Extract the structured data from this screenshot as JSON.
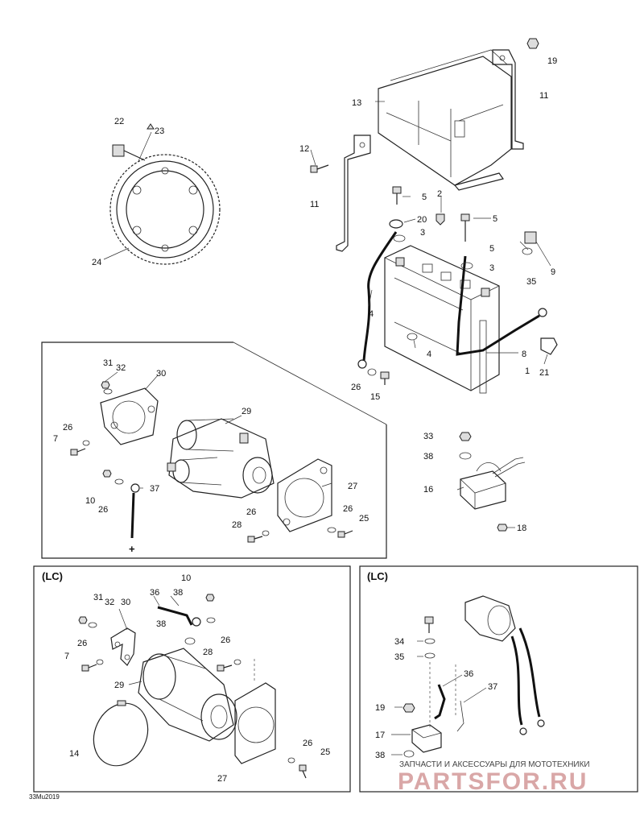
{
  "labels": {
    "l19a": "19",
    "l11a": "11",
    "l13": "13",
    "l22": "22",
    "l23": "23",
    "l12": "12",
    "l11b": "11",
    "l5a": "5",
    "l2": "2",
    "l20": "20",
    "l3a": "3",
    "l5b": "5",
    "l5c": "5",
    "l3b": "3",
    "l9": "9",
    "l35a": "35",
    "l24": "24",
    "l4a": "4",
    "l4b": "4",
    "l8": "8",
    "l1": "1",
    "l21": "21",
    "l26a": "26",
    "l15": "15",
    "l31a": "31",
    "l32a": "32",
    "l30a": "30",
    "l29a": "29",
    "l26b": "26",
    "l7a": "7",
    "l33": "33",
    "l38a": "38",
    "l16": "16",
    "l10a": "10",
    "l26c": "26",
    "l37a": "37",
    "l27a": "27",
    "l26d": "26",
    "l26e": "26",
    "l28a": "28",
    "l25a": "25",
    "l18": "18",
    "l10b": "10",
    "l36a": "36",
    "l38b": "38",
    "l31b": "31",
    "l32b": "32",
    "l30b": "30",
    "l38c": "38",
    "l26f": "26",
    "l7b": "7",
    "l28b": "28",
    "l26g": "26",
    "l29b": "29",
    "l14": "14",
    "l26h": "26",
    "l25b": "25",
    "l27b": "27",
    "l34": "34",
    "l35b": "35",
    "l36b": "36",
    "l37b": "37",
    "l19b": "19",
    "l17": "17",
    "l38d": "38"
  },
  "panels": {
    "lc_left": "(LC)",
    "lc_right": "(LC)"
  },
  "symbols": {
    "positive": "+"
  },
  "drawing_code": "33Mu2019",
  "watermark": {
    "tagline": "ЗАПЧАСТИ И АКСЕССУАРЫ ДЛЯ МОТОТЕХНИКИ",
    "brand": "PARTSFOR.RU"
  }
}
